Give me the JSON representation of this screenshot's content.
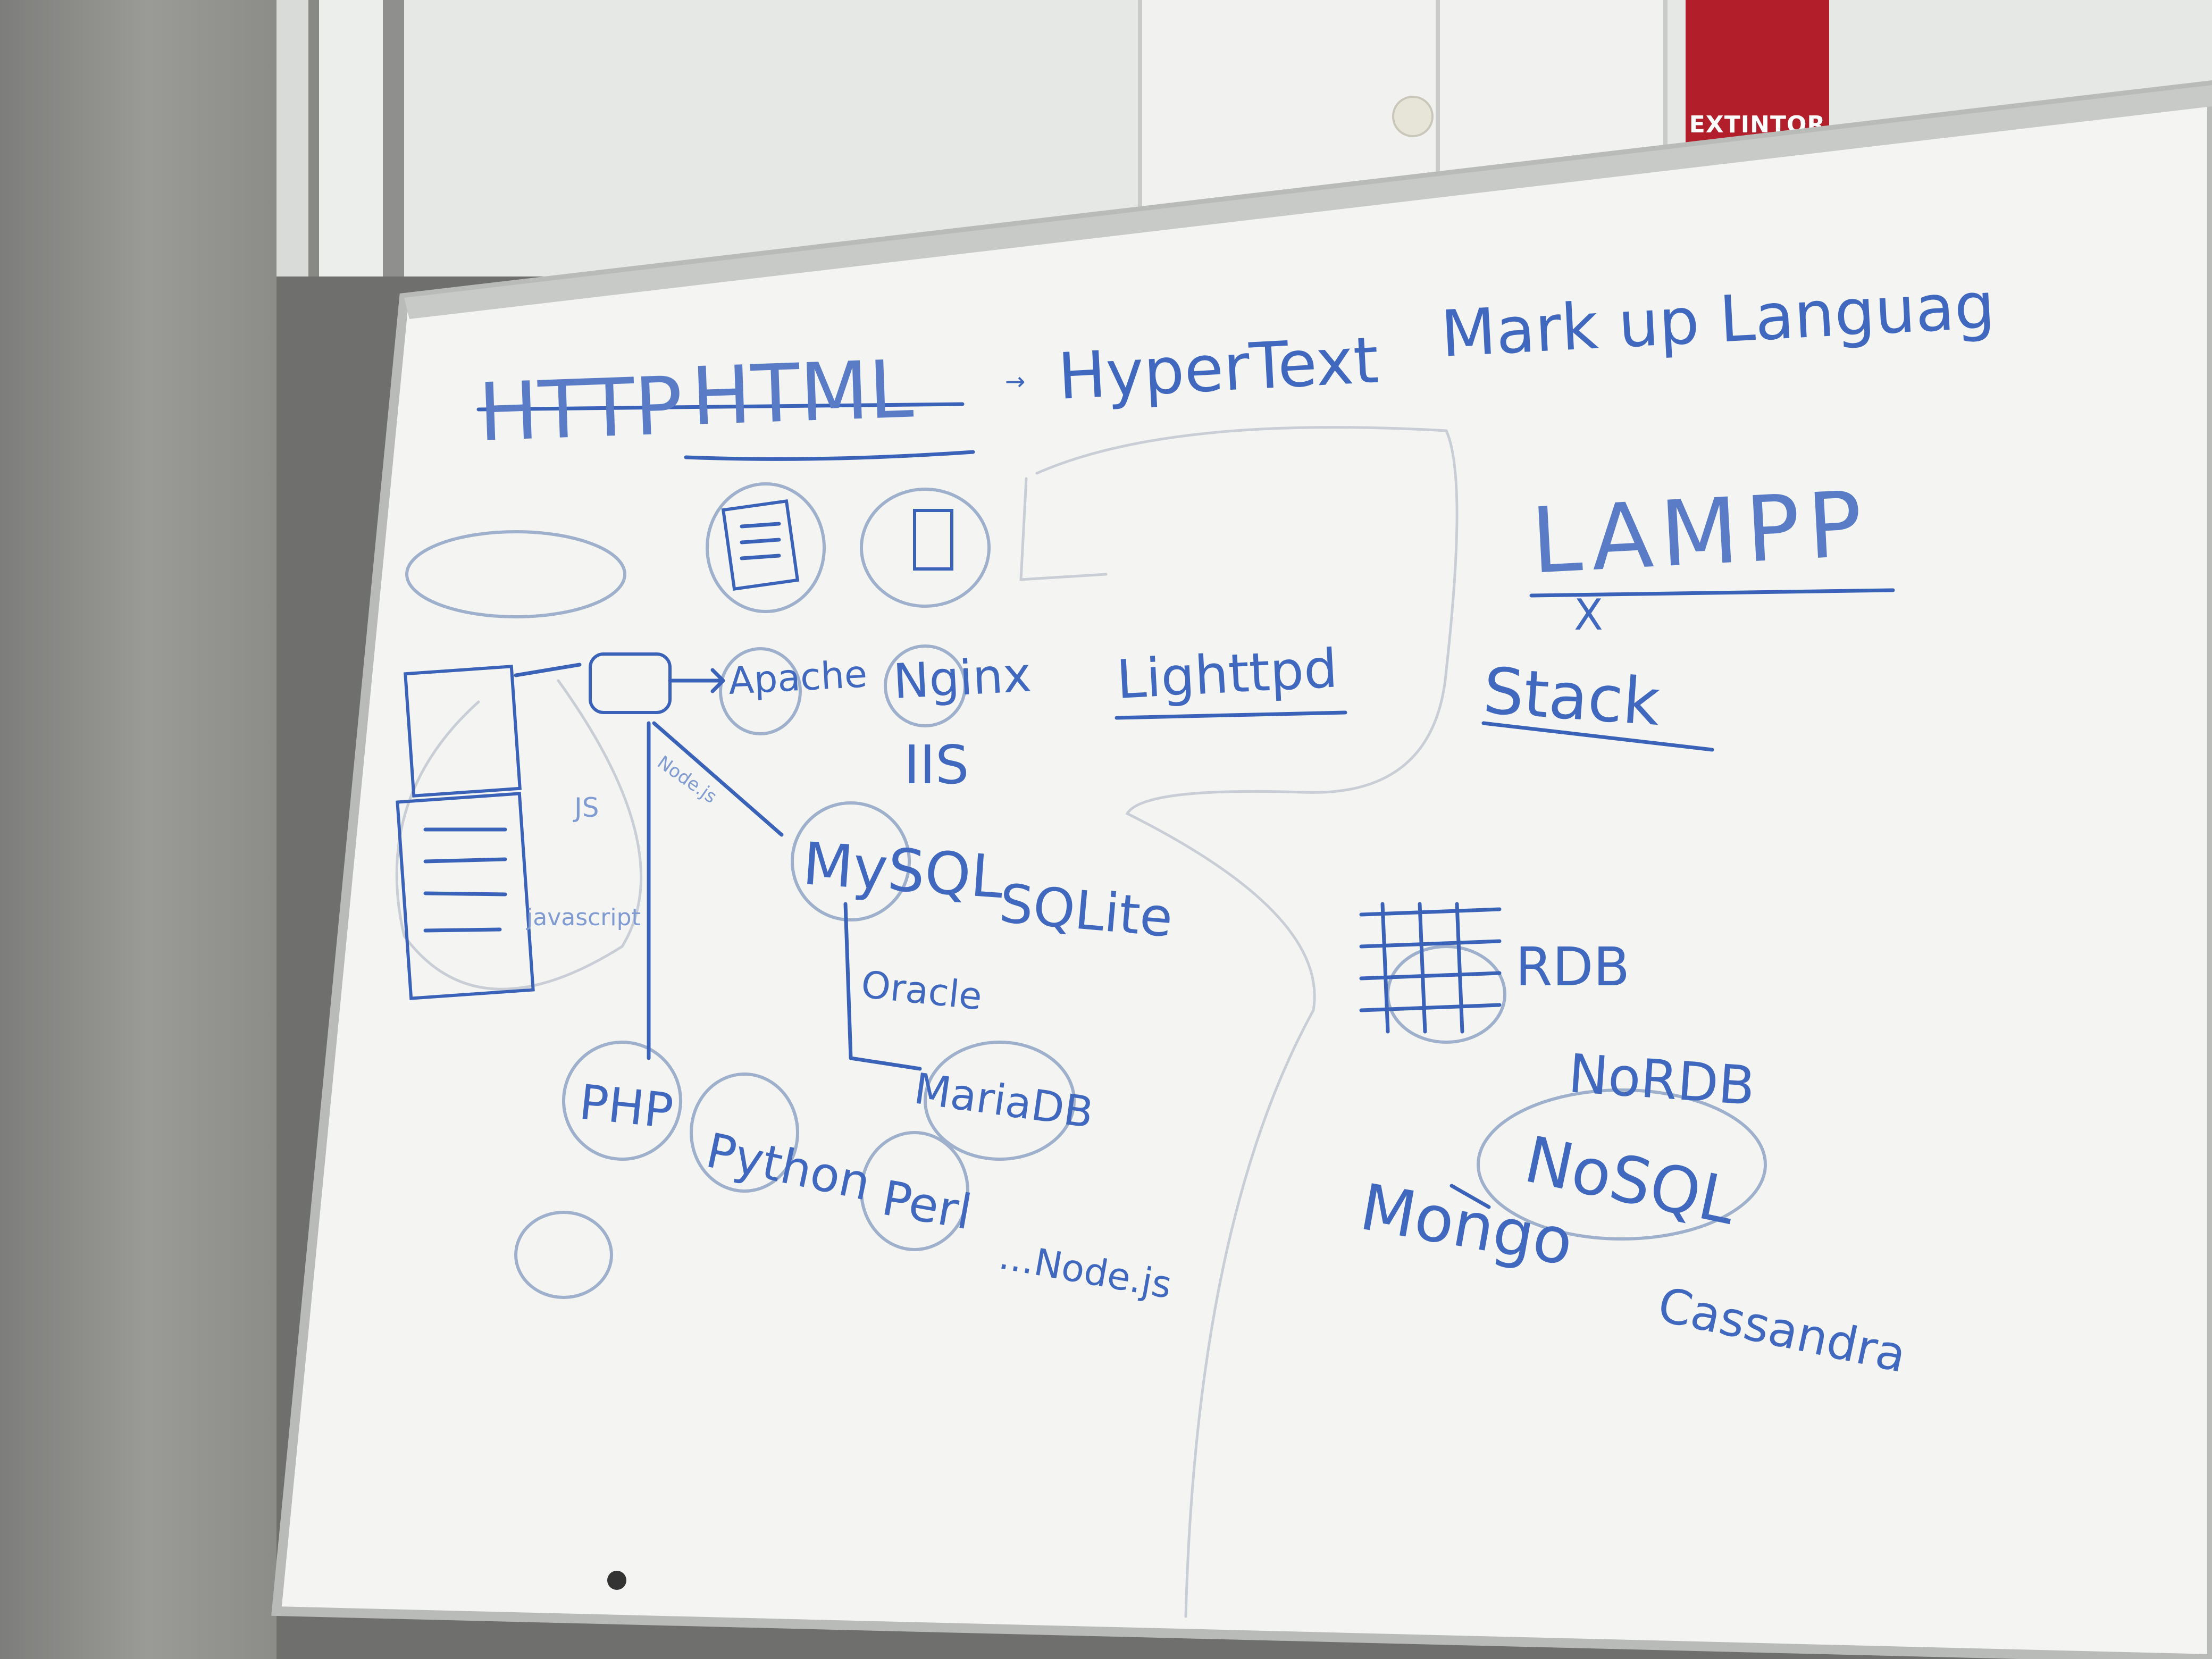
{
  "sign": {
    "text": "EXTINTOR"
  },
  "whiteboard": {
    "title_crossed": "HTTP",
    "title_acronym": "HTML",
    "title_arrow_text": "HyperText",
    "title_rest": "Mark up Languag",
    "stack_acronym": "LAMPP",
    "stack_x": "X",
    "stack_label": "Stack",
    "servers": [
      "Apache",
      "Nginx",
      "Lighttpd",
      "IIS"
    ],
    "databases": [
      "MySQL",
      "SQLite",
      "Oracle",
      "MariaDB"
    ],
    "languages": [
      "PHP",
      "Python",
      "Perl",
      "...Node.js"
    ],
    "data_models": [
      "RDB",
      "NoRDB",
      "NoSQL",
      "Mongo",
      "Cassandra"
    ],
    "misc": [
      "JS",
      "javascript",
      "Node.js"
    ]
  },
  "colors": {
    "marker_blue": "#3a62b8",
    "extintor_red": "#b21f2b"
  }
}
